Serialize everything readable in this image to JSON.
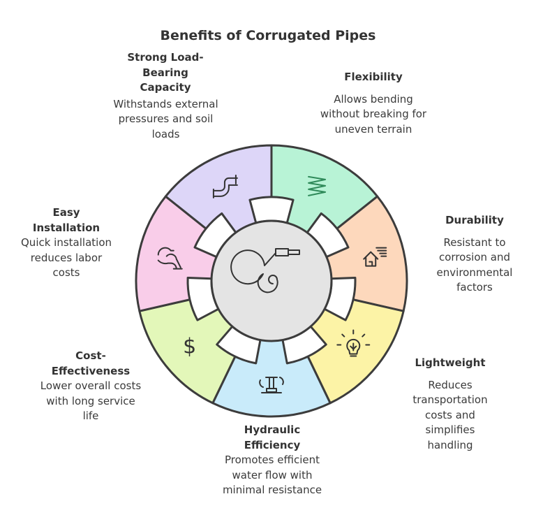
{
  "title": "Benefits of Corrugated Pipes",
  "benefits": [
    {
      "title": "Flexibility",
      "description": "Allows bending without breaking for uneven terrain",
      "color": "#b8f3d6",
      "icon": "spring-icon"
    },
    {
      "title": "Durability",
      "description": "Resistant to corrosion and environmental factors",
      "color": "#fdd8bc",
      "icon": "house-wind-icon"
    },
    {
      "title": "Lightweight",
      "description": "Reduces transportation costs and simplifies handling",
      "color": "#fcf3a6",
      "icon": "lightbulb-icon"
    },
    {
      "title": "Hydraulic Efficiency",
      "description": "Promotes efficient water flow with minimal resistance",
      "color": "#c9ebfa",
      "icon": "valve-icon"
    },
    {
      "title": "Cost-Effectiveness",
      "description": "Lower overall costs with long service life",
      "color": "#e3f7b9",
      "icon": "dollar-icon",
      "glyph": "$"
    },
    {
      "title": "Easy Installation",
      "description": "Quick installation reduces labor costs",
      "color": "#f9cde9",
      "icon": "pipe-fitting-icon"
    },
    {
      "title": "Strong Load-Bearing Capacity",
      "description": "Withstands external pressures and soil loads",
      "color": "#ddd6f8",
      "icon": "pipe-icon"
    }
  ],
  "center": {
    "color": "#e4e4e4",
    "icon": "coiled-hose-icon"
  }
}
